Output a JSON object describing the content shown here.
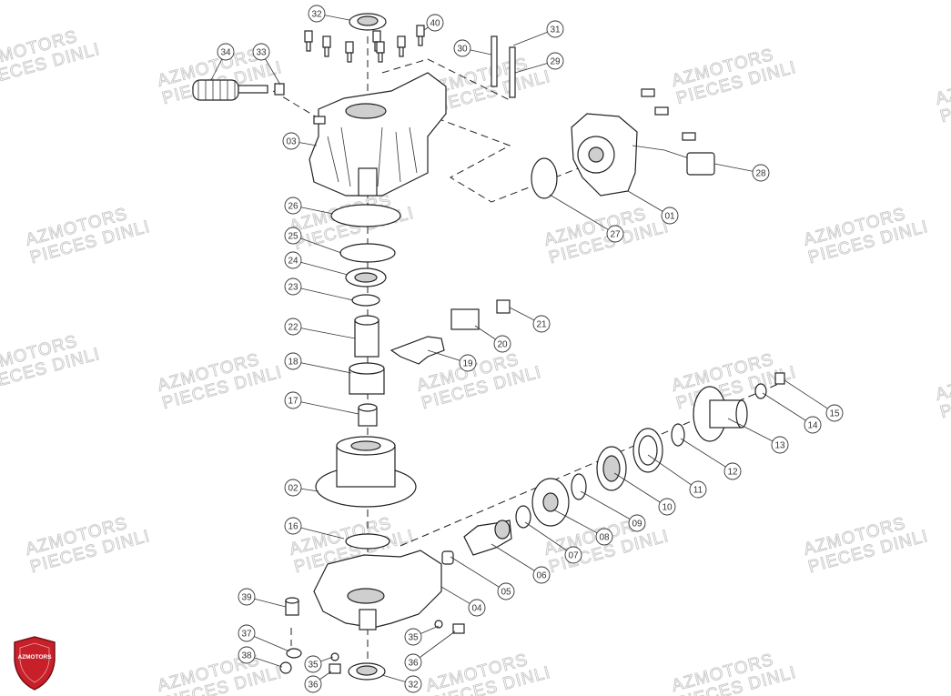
{
  "watermark": {
    "line1": "AZMOTORS",
    "line2": "PIECES DINLI"
  },
  "logo": {
    "text": "AZMOTORS",
    "color": "#c8202a"
  },
  "callouts": [
    "01",
    "02",
    "03",
    "04",
    "05",
    "06",
    "07",
    "08",
    "09",
    "10",
    "11",
    "12",
    "13",
    "14",
    "15",
    "16",
    "17",
    "18",
    "19",
    "20",
    "21",
    "22",
    "23",
    "24",
    "25",
    "26",
    "27",
    "28",
    "29",
    "30",
    "31",
    "32",
    "32",
    "33",
    "34",
    "35",
    "35",
    "36",
    "36",
    "37",
    "38",
    "39",
    "40"
  ]
}
